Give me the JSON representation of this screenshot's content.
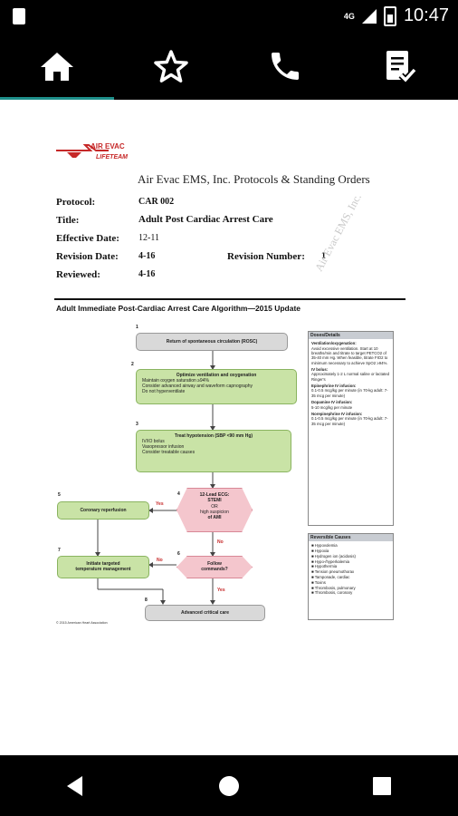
{
  "status_bar": {
    "network": "4G",
    "time": "10:47"
  },
  "toolbar": {
    "tabs": [
      {
        "icon": "home-icon"
      },
      {
        "icon": "star-icon"
      },
      {
        "icon": "phone-icon"
      },
      {
        "icon": "checklist-icon"
      }
    ],
    "active_tab": 0,
    "accent": "#1e8f8a"
  },
  "document": {
    "logo_text": "AIR EVAC LIFETEAM",
    "header": "Air Evac EMS, Inc. Protocols & Standing Orders",
    "fields": {
      "protocol_label": "Protocol:",
      "protocol_value": "CAR 002",
      "title_label": "Title:",
      "title_value": "Adult Post Cardiac Arrest Care",
      "effective_label": "Effective Date:",
      "effective_value": "12-11",
      "revision_date_label": "Revision Date:",
      "revision_date_value": "4-16",
      "revision_number_label": "Revision Number:",
      "revision_number_value": "1",
      "reviewed_label": "Reviewed:",
      "reviewed_value": "4-16"
    },
    "watermark": "Air Evac EMS, Inc.",
    "algorithm": {
      "title": "Adult Immediate Post-Cardiac Arrest Care Algorithm—2015 Update",
      "step1": "Return of spontaneous circulation (ROSC)",
      "step2_title": "Optimize ventilation and oxygenation",
      "step2_items": [
        "Maintain oxygen saturation ≥94%",
        "Consider advanced airway and waveform capnography",
        "Do not hyperventilate"
      ],
      "step3_title": "Treat hypotension (SBP <90 mm Hg)",
      "step3_items": [
        "IV/IO bolus",
        "Vasopressor infusion",
        "Consider treatable causes"
      ],
      "step4_lines": [
        "12-Lead ECG:",
        "STEMI",
        "OR",
        "high suspicion",
        "of AMI"
      ],
      "step5": "Coronary reperfusion",
      "step6_lines": [
        "Follow",
        "commands?"
      ],
      "step7_lines": [
        "Initiate targeted",
        "temperature management"
      ],
      "step8": "Advanced critical care",
      "yes": "Yes",
      "no": "No",
      "copyright": "© 2015 American Heart Association",
      "doses_title": "Doses/Details",
      "doses": [
        {
          "h": "Ventilation/oxygenation:",
          "t": "Avoid excessive ventilation. Start at 10 breaths/min and titrate to target PETCO2 of 35-40 mm Hg. When feasible, titrate FIO2 to minimum necessary to achieve SpO2 ≥94%."
        },
        {
          "h": "IV bolus:",
          "t": "Approximately 1-2 L normal saline or lactated Ringer's"
        },
        {
          "h": "Epinephrine IV infusion:",
          "t": "0.1-0.5 mcg/kg per minute (in 70-kg adult: 7-35 mcg per minute)"
        },
        {
          "h": "Dopamine IV infusion:",
          "t": "5-10 mcg/kg per minute"
        },
        {
          "h": "Norepinephrine IV infusion:",
          "t": "0.1-0.5 mcg/kg per minute (in 70-kg adult: 7-35 mcg per minute)"
        }
      ],
      "reversible_title": "Reversible Causes",
      "reversible": [
        "Hypovolemia",
        "Hypoxia",
        "Hydrogen ion (acidosis)",
        "Hypo-/hyperkalemia",
        "Hypothermia",
        "Tension pneumothorax",
        "Tamponade, cardiac",
        "Toxins",
        "Thrombosis, pulmonary",
        "Thrombosis, coronary"
      ]
    }
  }
}
